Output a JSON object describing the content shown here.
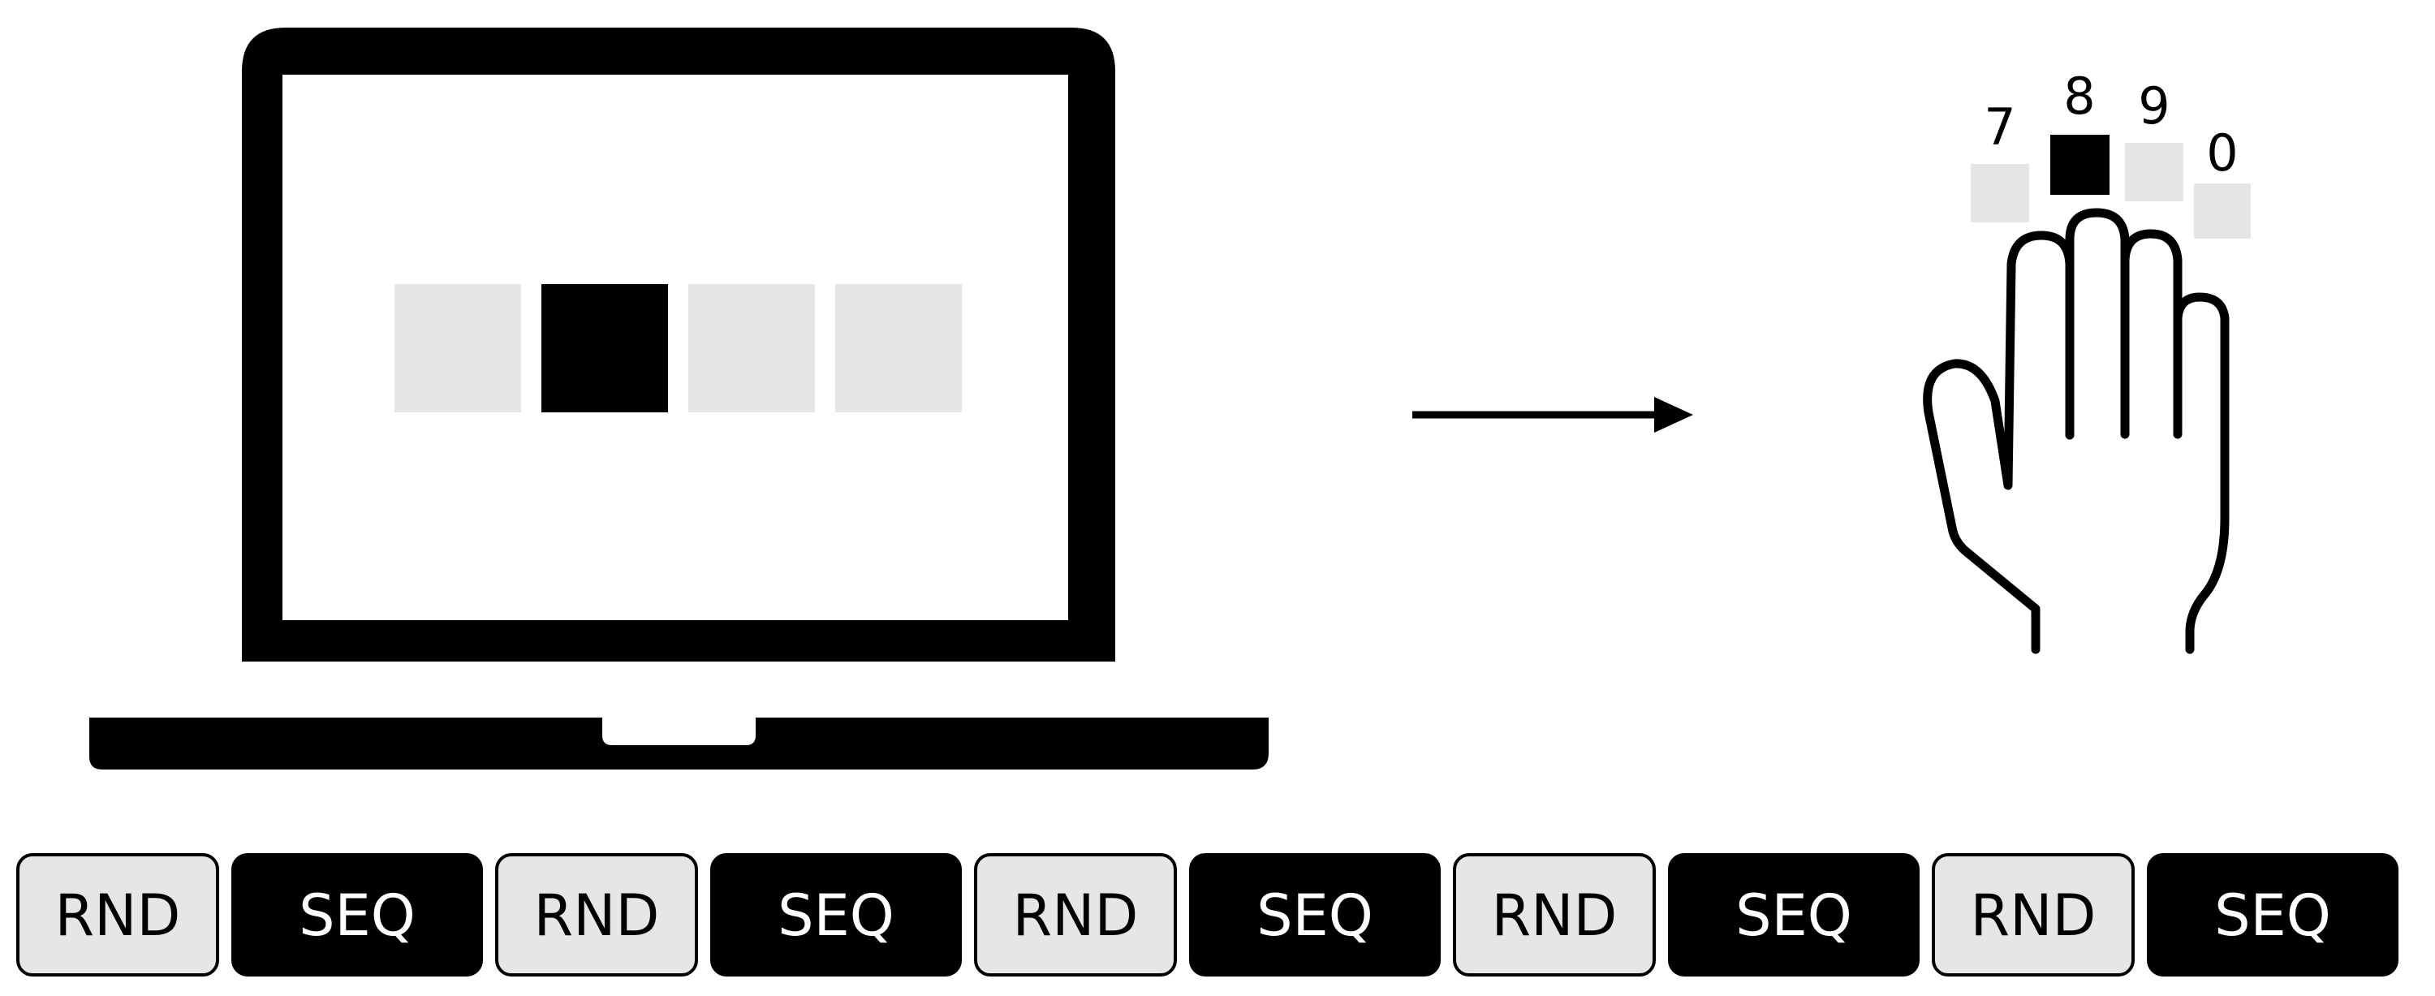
{
  "colors": {
    "black": "#000000",
    "white": "#ffffff",
    "inactive_square": "#e6e6e6",
    "active_square": "#000000",
    "rnd_block_fill": "#e6e6e6",
    "seq_block_fill": "#000000"
  },
  "screen_squares": [
    {
      "state": "inactive"
    },
    {
      "state": "active"
    },
    {
      "state": "inactive"
    },
    {
      "state": "inactive"
    }
  ],
  "keys": [
    {
      "label": "7",
      "state": "inactive"
    },
    {
      "label": "8",
      "state": "active"
    },
    {
      "label": "9",
      "state": "inactive"
    },
    {
      "label": "0",
      "state": "inactive"
    }
  ],
  "icons": {
    "laptop": "laptop-icon",
    "arrow": "arrow-right-icon",
    "hand": "hand-icon"
  },
  "blocks": [
    {
      "label": "RND",
      "type": "random"
    },
    {
      "label": "SEQ",
      "type": "sequence"
    },
    {
      "label": "RND",
      "type": "random"
    },
    {
      "label": "SEQ",
      "type": "sequence"
    },
    {
      "label": "RND",
      "type": "random"
    },
    {
      "label": "SEQ",
      "type": "sequence"
    },
    {
      "label": "RND",
      "type": "random"
    },
    {
      "label": "SEQ",
      "type": "sequence"
    },
    {
      "label": "RND",
      "type": "random"
    },
    {
      "label": "SEQ",
      "type": "sequence"
    }
  ]
}
